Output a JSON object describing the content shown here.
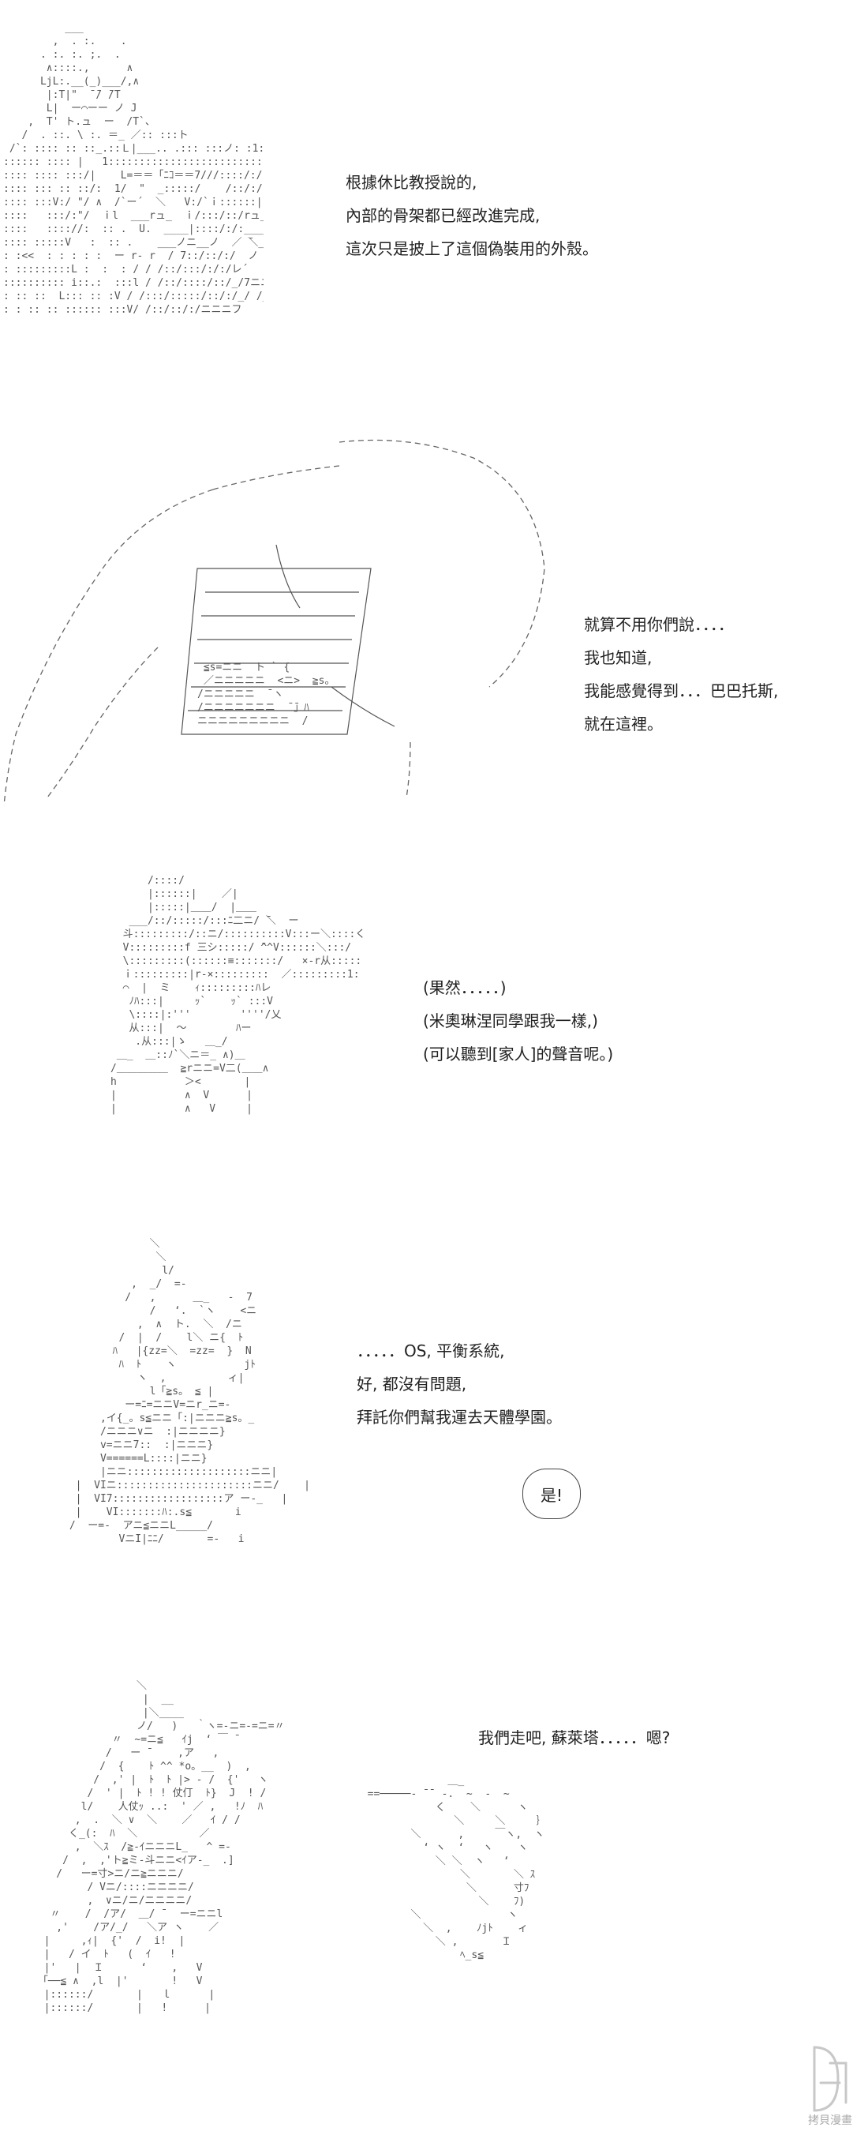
{
  "panels": [
    {
      "id": "panel-1",
      "lines": [
        "根據休比教授說的,",
        "內部的骨架都已經改進完成,",
        "這次只是披上了這個偽裝用的外殼。"
      ]
    },
    {
      "id": "panel-2",
      "lines": [
        "就算不用你們說．．．．",
        "我也知道,",
        "我能感覺得到．．．巴巴托斯,",
        "就在這裡。"
      ]
    },
    {
      "id": "panel-3",
      "lines": [
        "(果然．．．．．)",
        "(米奧琳涅同學跟我一樣,)",
        "(可以聽到[家人]的聲音呢。)"
      ]
    },
    {
      "id": "panel-4",
      "lines": [
        "．．．．．OS, 平衡系統,",
        "好, 都沒有問題,",
        "拜託你們幫我運去天體學園。"
      ],
      "bubble": "是!"
    },
    {
      "id": "panel-5",
      "lines": [
        "我們走吧, 蘇萊塔．．．．．嗯?"
      ]
    }
  ],
  "watermark": {
    "logo_text": "DMZJ",
    "label": "拷貝漫畫"
  },
  "colors": {
    "background": "#ffffff",
    "text": "#222222",
    "art": "#555555"
  }
}
